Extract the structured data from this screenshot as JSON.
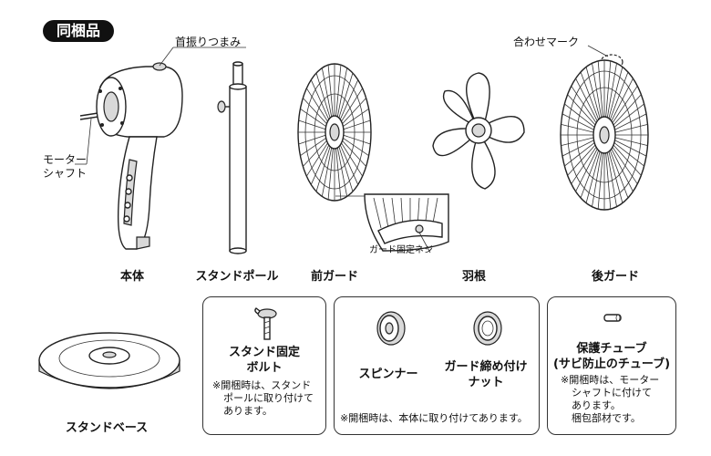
{
  "section_title": "同梱品",
  "callouts": {
    "neck_knob": "首振りつまみ",
    "motor_shaft_line1": "モーター",
    "motor_shaft_line2": "シャフト",
    "alignment_mark": "合わせマーク",
    "guard_screw": "ガード固定ネジ"
  },
  "parts": {
    "body": "本体",
    "stand_pole": "スタンドポール",
    "front_guard": "前ガード",
    "blade": "羽根",
    "rear_guard": "後ガード",
    "stand_base": "スタンドベース"
  },
  "boxes": {
    "stand_bolt": {
      "title_line1": "スタンド固定",
      "title_line2": "ボルト",
      "note_lines": [
        "※開梱時は、スタンド",
        "ポールに取り付けて",
        "あります。"
      ]
    },
    "spinner_nut": {
      "spinner": "スピンナー",
      "nut_line1": "ガード締め付け",
      "nut_line2": "ナット",
      "note": "※開梱時は、本体に取り付けてあります。"
    },
    "tube": {
      "title_line1": "保護チューブ",
      "title_line2": "(サビ防止のチューブ)",
      "note_lines": [
        "※開梱時は、モーター",
        "シャフトに付けて",
        "あります。",
        "梱包部材です。"
      ]
    }
  }
}
